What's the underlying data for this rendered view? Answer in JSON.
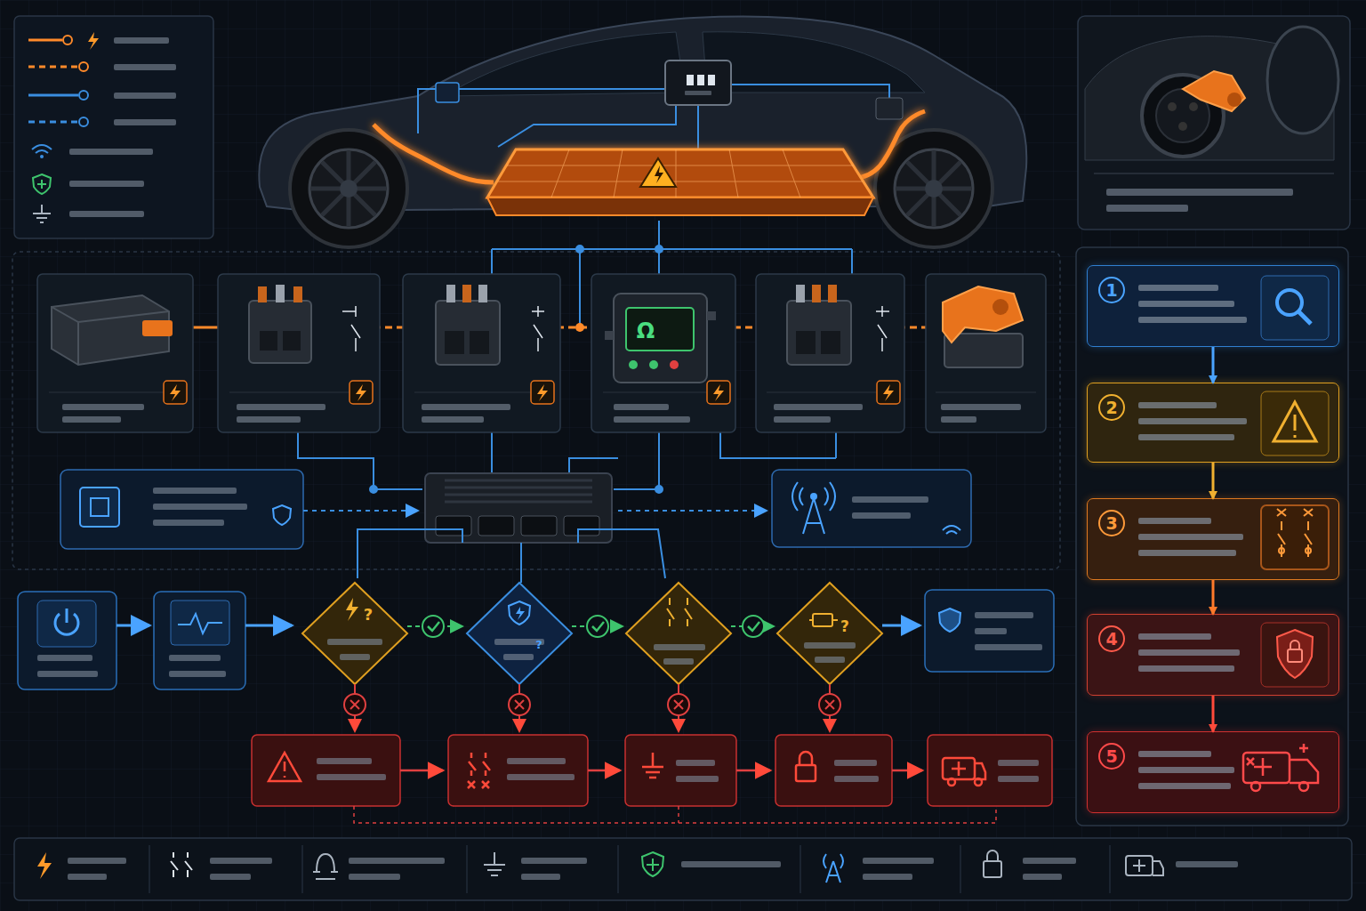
{
  "diagram": {
    "nodes": [
      {
        "text": [
          "1"
        ]
      },
      {
        "text": [
          "2"
        ]
      },
      {
        "text": [
          "3"
        ]
      },
      {
        "text": [
          "4"
        ]
      },
      {
        "text": [
          "5"
        ]
      }
    ],
    "edges": [
      {
        "from": 0,
        "to": 1,
        "arrow": "to"
      },
      {
        "from": 1,
        "to": 2,
        "arrow": "to"
      },
      {
        "from": 2,
        "to": 3,
        "arrow": "to"
      },
      {
        "from": 3,
        "to": 4,
        "arrow": "to"
      }
    ],
    "labels": [
      "Ω",
      "?",
      "?",
      "?"
    ]
  }
}
